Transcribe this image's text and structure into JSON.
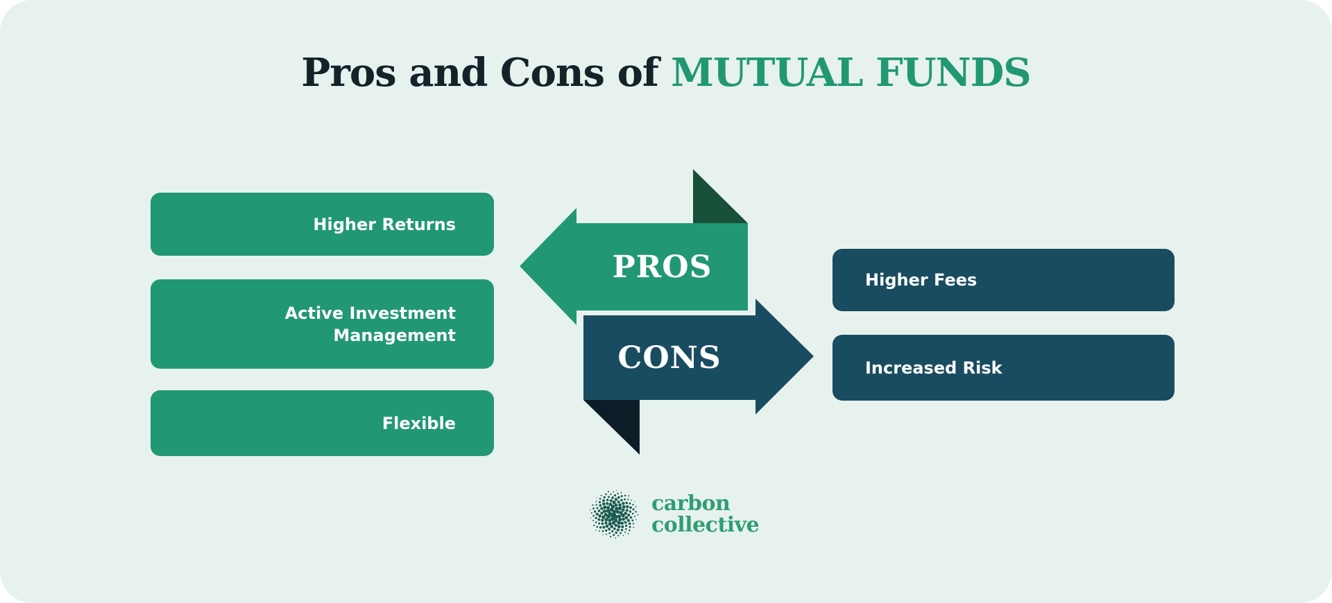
{
  "title": {
    "prefix": "Pros and Cons of",
    "highlight": "MUTUAL FUNDS"
  },
  "pros": {
    "arrow_label": "PROS",
    "items": [
      "Higher Returns",
      "Active Investment Management",
      "Flexible"
    ]
  },
  "cons": {
    "arrow_label": "CONS",
    "items": [
      "Higher Fees",
      "Increased Risk"
    ]
  },
  "logo": {
    "line1": "carbon",
    "line2": "collective"
  },
  "colors": {
    "panel_background": "#e7f2ee",
    "brand_green": "#219873",
    "green_fold": "#18503a",
    "brand_teal": "#194c60",
    "navy_fold": "#0c1d27",
    "title_dark": "#14232a",
    "label_text": "#ffffff",
    "logo_dots": "#1c5b4f",
    "logo_text": "#2f9e73"
  }
}
